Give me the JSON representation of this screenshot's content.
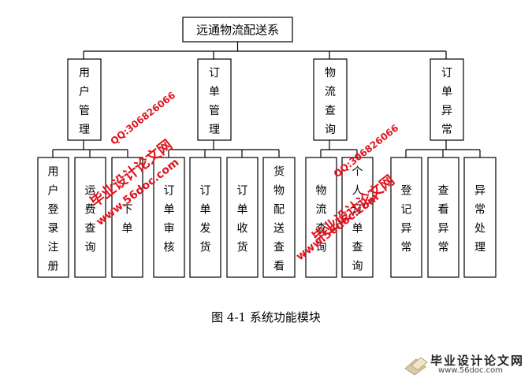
{
  "diagram": {
    "root": "远通物流配送系",
    "modules": [
      {
        "name": "用户管理",
        "children": [
          "用户登录注册",
          "运费查询",
          "下单"
        ]
      },
      {
        "name": "订单管理",
        "children": [
          "订单审核",
          "订单发货",
          "订单收货",
          "货物配送查看"
        ]
      },
      {
        "name": "物流查询",
        "children": [
          "物流查询",
          "个人订单查询"
        ]
      },
      {
        "name": "订单异常",
        "children": [
          "登记异常",
          "查看异常",
          "异常处理"
        ]
      }
    ]
  },
  "caption": "图 4-1 系统功能模块",
  "watermarks": [
    {
      "title": "毕业设计论文网",
      "url": "www.56doc.com",
      "qq": "QQ:306826066"
    },
    {
      "title": "毕业设计论文网",
      "url": "www.56doc.com",
      "qq": "QQ:306826066"
    }
  ],
  "footer": {
    "title": "毕业设计论文网",
    "url": "www.56doc.com"
  },
  "colors": {
    "watermark": "#e0141e",
    "line": "#000000"
  }
}
